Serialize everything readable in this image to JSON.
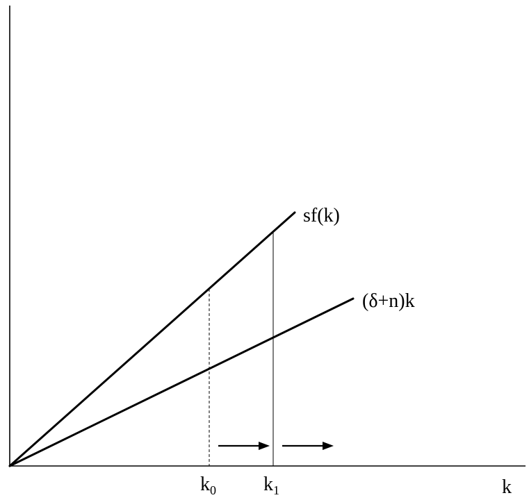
{
  "diagram": {
    "curves": {
      "savings": {
        "label": "sf(k)"
      },
      "depreciation": {
        "label": "(δ+n)k"
      }
    },
    "axis": {
      "x_label": "k"
    },
    "markers": {
      "k0": {
        "base": "k",
        "subscript": "0"
      },
      "k1": {
        "base": "k",
        "subscript": "1"
      }
    },
    "arrows": {
      "count": 2,
      "direction": "right"
    }
  }
}
